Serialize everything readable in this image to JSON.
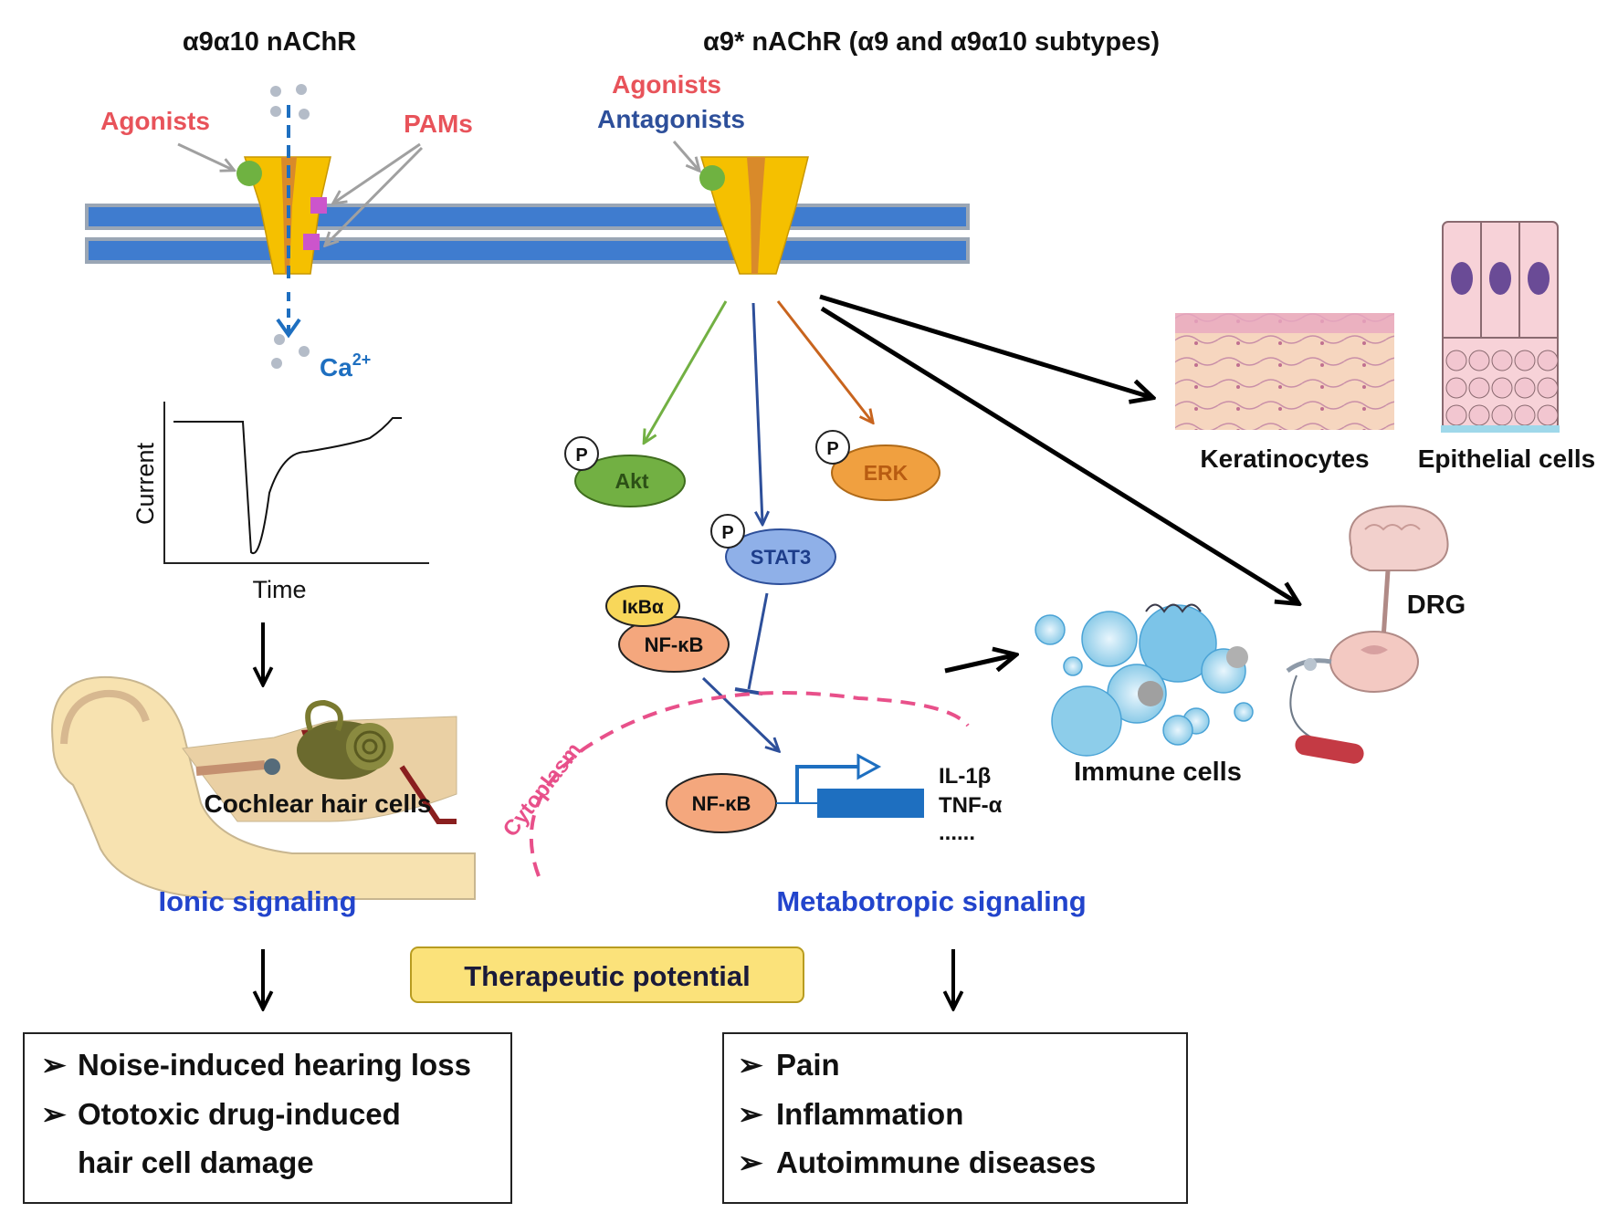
{
  "titles": {
    "left": "α9α10 nAChR",
    "right": "α9* nAChR (α9 and α9α10 subtypes)"
  },
  "left_receptor": {
    "agonists": "Agonists",
    "pams": "PAMs",
    "ion_base": "Ca",
    "ion_charge": "2+"
  },
  "current_plot": {
    "ylabel": "Current",
    "xlabel": "Time"
  },
  "right_receptor": {
    "agonists": "Agonists",
    "antagonists": "Antagonists"
  },
  "signaling_nodes": {
    "phospho": "P",
    "akt": "Akt",
    "erk": "ERK",
    "stat3": "STAT3",
    "ikba": "IκBα",
    "nfkb_cyto": "NF-κB",
    "nfkb_nucleus": "NF-κB",
    "cytoplasm": "Cytoplasm"
  },
  "cytokines": {
    "il1b": "IL-1β",
    "tnfa": "TNF-α",
    "etc": "......"
  },
  "targets": {
    "keratinocytes": "Keratinocytes",
    "epithelial": "Epithelial cells",
    "drg": "DRG",
    "immune": "Immune cells",
    "cochlear": "Cochlear hair cells"
  },
  "signaling": {
    "ionic": "Ionic signaling",
    "metabotropic": "Metabotropic signaling",
    "therapeutic": "Therapeutic potential"
  },
  "left_box": {
    "item1": "Noise-induced hearing loss",
    "item2_line1": "Ototoxic drug-induced",
    "item2_line2": "hair cell damage"
  },
  "right_box": {
    "item1": "Pain",
    "item2": "Inflammation",
    "item3": "Autoimmune diseases"
  },
  "colors": {
    "membrane": "#3f7ccf",
    "channel": "#f5c000",
    "channel_core": "#d98a2a",
    "agonist_text": "#e8535a",
    "antagonist_text": "#2d4f9a",
    "signaling_text": "#2244cc",
    "akt_fill": "#72b043",
    "erk_fill": "#f0a040",
    "stat3_fill": "#8fb0e8",
    "nfkb_fill": "#f4a77d",
    "ikba_fill": "#f8d75a",
    "therapeutic_fill": "#fbe27a",
    "cytoplasm": "#e8508a"
  }
}
